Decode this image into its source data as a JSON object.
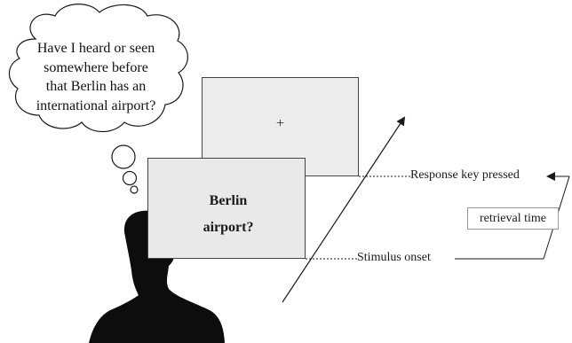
{
  "thought_bubble": {
    "lines": [
      "Have I heard or seen",
      "somewhere before",
      "that Berlin has an",
      "international airport?"
    ]
  },
  "screens": {
    "fixation_symbol": "+",
    "stimulus_lines": [
      "Berlin",
      "airport?"
    ]
  },
  "timeline": {
    "response_label": "Response key pressed",
    "onset_label": "Stimulus onset",
    "interval_label": "retrieval time"
  },
  "colors": {
    "silhouette": "#0d0d0d",
    "screen_fill": "#ececec",
    "line": "#1a1a1a"
  }
}
